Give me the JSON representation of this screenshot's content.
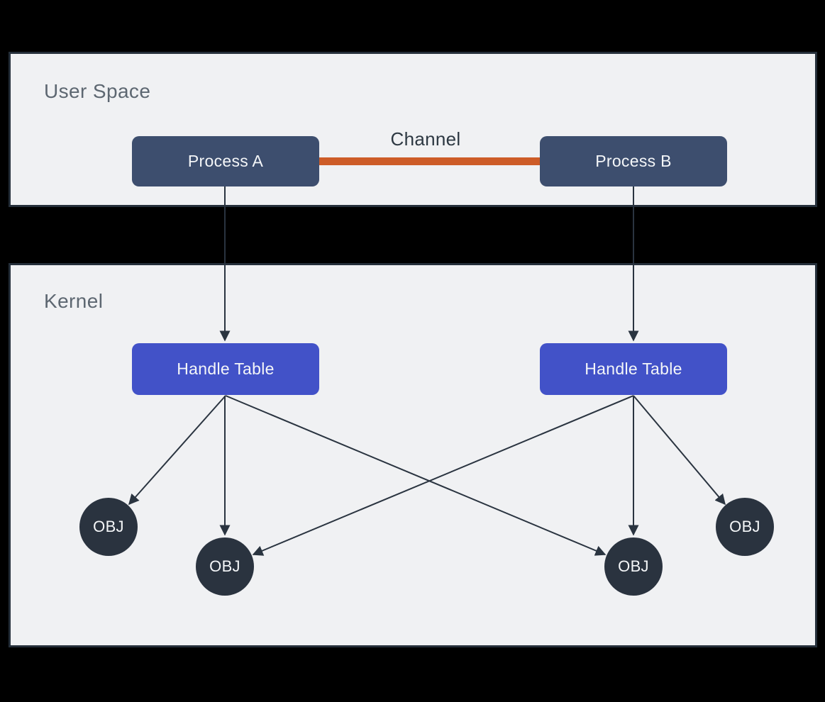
{
  "regions": {
    "user_space": {
      "label": "User Space"
    },
    "kernel": {
      "label": "Kernel"
    }
  },
  "nodes": {
    "process_a": {
      "label": "Process A"
    },
    "process_b": {
      "label": "Process B"
    },
    "channel": {
      "label": "Channel"
    },
    "handle_table_left": {
      "label": "Handle Table"
    },
    "handle_table_right": {
      "label": "Handle Table"
    },
    "obj_left_outer": {
      "label": "OBJ"
    },
    "obj_left_inner": {
      "label": "OBJ"
    },
    "obj_right_inner": {
      "label": "OBJ"
    },
    "obj_right_outer": {
      "label": "OBJ"
    }
  },
  "edges": [
    {
      "from": "process_a",
      "to": "process_b",
      "type": "channel-link",
      "label": "Channel"
    },
    {
      "from": "process_a",
      "to": "handle_table_left",
      "type": "arrow"
    },
    {
      "from": "process_b",
      "to": "handle_table_right",
      "type": "arrow"
    },
    {
      "from": "handle_table_left",
      "to": "obj_left_outer",
      "type": "arrow"
    },
    {
      "from": "handle_table_left",
      "to": "obj_left_inner",
      "type": "arrow"
    },
    {
      "from": "handle_table_left",
      "to": "obj_right_inner",
      "type": "arrow"
    },
    {
      "from": "handle_table_right",
      "to": "obj_left_inner",
      "type": "arrow"
    },
    {
      "from": "handle_table_right",
      "to": "obj_right_inner",
      "type": "arrow"
    },
    {
      "from": "handle_table_right",
      "to": "obj_right_outer",
      "type": "arrow"
    }
  ],
  "colors": {
    "background": "#000000",
    "region_fill": "#f0f1f3",
    "region_border": "#252f3a",
    "region_label_text": "#5d6771",
    "process_box_fill": "#3d4e6e",
    "handle_table_fill": "#4252c8",
    "obj_fill": "#2a333f",
    "node_text": "#f4f6f8",
    "channel_text": "#2d3842",
    "arrow": "#2a3440",
    "channel_line": "#cd5c28"
  }
}
